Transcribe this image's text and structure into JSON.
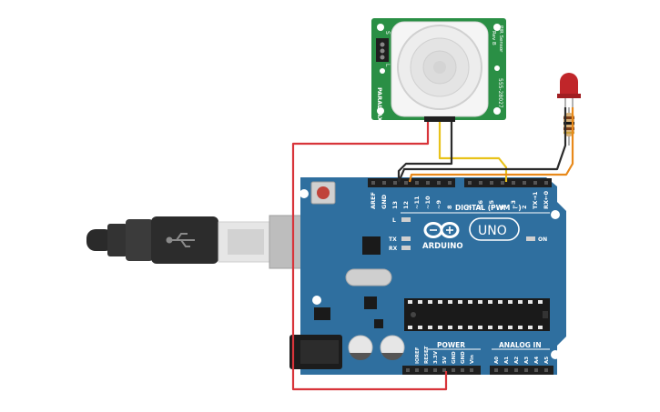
{
  "pir": {
    "side_label": "PIR Sensor",
    "side_label_sub": "Rev B",
    "part_number": "555-28027",
    "brand": "PARALLAX",
    "jumper_labels": [
      "S",
      "L"
    ]
  },
  "arduino": {
    "brand": "ARDUINO",
    "model": "UNO",
    "digital_label": "DIGITAL (PWM ~)",
    "power_label": "POWER",
    "analog_label": "ANALOG IN",
    "on_label": "ON",
    "led_labels": [
      "L",
      "TX",
      "RX"
    ],
    "top_pins": [
      "AREF",
      "GND",
      "13",
      "12",
      "~11",
      "~10",
      "~9",
      "8",
      "7",
      "~6",
      "~5",
      "4",
      "~3",
      "2",
      "TX→1",
      "RX←0"
    ],
    "power_pins": [
      "IOREF",
      "RESET",
      "3.3V",
      "5V",
      "GND",
      "GND",
      "Vin"
    ],
    "analog_pins": [
      "A0",
      "A1",
      "A2",
      "A3",
      "A4",
      "A5"
    ]
  },
  "colors": {
    "board": "#2f6f9f",
    "pir_board": "#2a8f45",
    "wire_red": "#d8343a",
    "wire_black": "#2b2b2b",
    "wire_yellow": "#e8c21a",
    "wire_orange": "#e8891a",
    "led": "#c0262a"
  }
}
